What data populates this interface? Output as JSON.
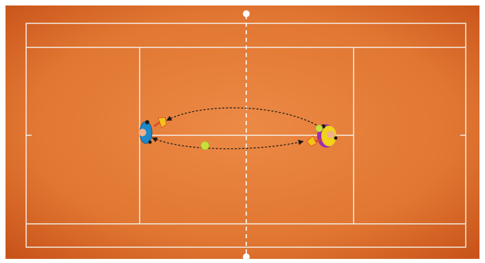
{
  "scene": {
    "type": "tennis-drill-diagram",
    "surface": "clay",
    "colors": {
      "clay_center": "#e8843f",
      "clay_edge": "#c9541a",
      "court_lines": "#f5f1ea",
      "net_line": "#ffffff",
      "player_left_shirt": "#1e88c8",
      "player_right_shirt": "#f2d21a",
      "player_right_shorts": "#9b2fae",
      "skin": "#f0b08a",
      "racket_head": "#f4c21a",
      "racket_handle": "#d9471f",
      "ball": "#c8df3a",
      "trajectory": "#1a1a1a"
    },
    "players": [
      {
        "id": "left-player",
        "side": "left",
        "shirt": "blue"
      },
      {
        "id": "right-player",
        "side": "right",
        "shirt": "yellow",
        "shorts": "purple"
      }
    ],
    "trajectories": [
      {
        "id": "upper-arc",
        "from": "right-player",
        "to": "left-player",
        "style": "dashed"
      },
      {
        "id": "lower-arc",
        "from": "left-player",
        "to": "right-player",
        "style": "dashed",
        "double_headed": true
      }
    ],
    "ball": {
      "present": true,
      "color": "tennis-yellow"
    },
    "net": {
      "style": "dashed",
      "posts": 2
    }
  }
}
